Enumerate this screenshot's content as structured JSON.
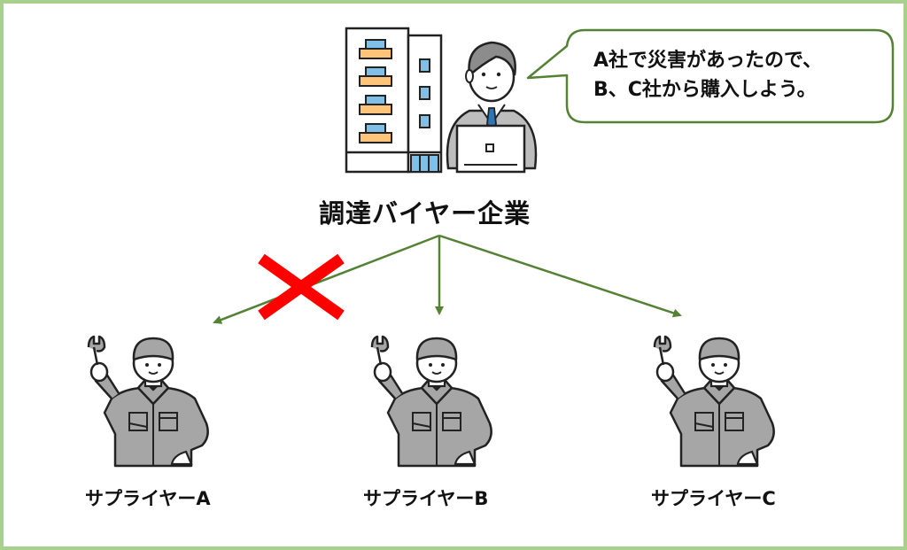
{
  "buyer": {
    "label": "調達バイヤー企業",
    "speech": [
      "A社で災害があったので、",
      "B、C社から購入しよう。"
    ]
  },
  "suppliers": [
    {
      "label": "サプライヤーA",
      "status": "blocked"
    },
    {
      "label": "サプライヤーB",
      "status": "active"
    },
    {
      "label": "サプライヤーC",
      "status": "active"
    }
  ],
  "colors": {
    "border": "#a9d18e",
    "arrow": "#548235",
    "blocked_mark": "#ff0000",
    "bubble_border": "#548235",
    "building_window": "#7fbfe8",
    "building_balcony": "#fdc47a",
    "suit": "#bdbdbd",
    "tie": "#2e75b6",
    "worker_uniform": "#a6a6a6"
  },
  "icons": {
    "building": "office-building-icon",
    "buyer": "businessman-laptop-icon",
    "supplier": "worker-wrench-icon",
    "blocked": "red-x-icon"
  }
}
